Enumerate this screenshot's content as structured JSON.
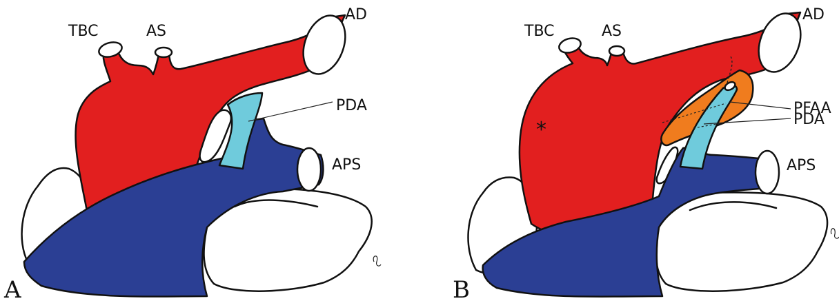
{
  "colors": {
    "aorta": "#e21f1f",
    "pulmonary": "#2b3f94",
    "ductus": "#6fcbdc",
    "pfaa": "#f07c1e",
    "outline": "#111111"
  },
  "panel_a": {
    "letter": "A",
    "labels": {
      "tbc": "TBC",
      "as": "AS",
      "ad": "AD",
      "pda": "PDA",
      "aps": "APS"
    }
  },
  "panel_b": {
    "letter": "B",
    "labels": {
      "tbc": "TBC",
      "as": "AS",
      "ad": "AD",
      "pfaa": "PFAA",
      "pda": "PDA",
      "aps": "APS"
    },
    "marker": "*"
  }
}
